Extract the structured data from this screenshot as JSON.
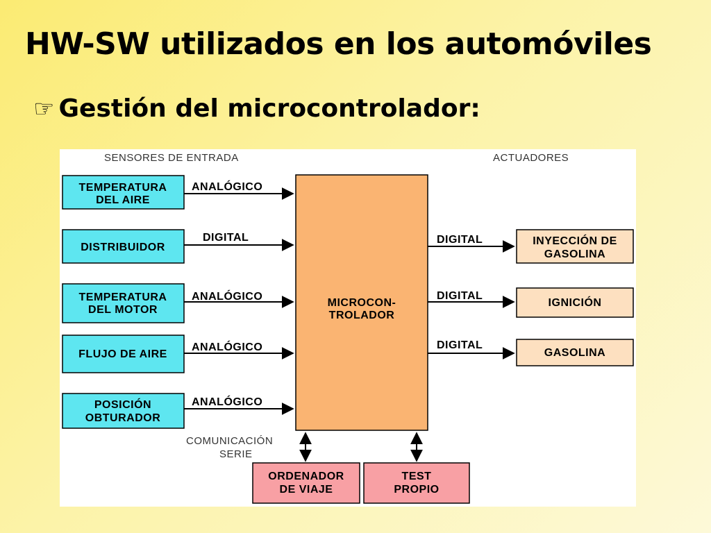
{
  "title": "HW-SW utilizados en los automóviles",
  "subtitle": {
    "bullet_icon": "pointing-hand-icon",
    "text": "Gestión del microcontrolador:"
  },
  "diagram": {
    "header_left": "SENSORES DE ENTRADA",
    "header_right": "ACTUADORES",
    "central": {
      "line1": "MICROCON-",
      "line2": "TROLADOR"
    },
    "serial_label": {
      "line1": "COMUNICACIÓN",
      "line2": "SERIE"
    },
    "sensors": [
      {
        "line1": "TEMPERATURA",
        "line2": "DEL AIRE",
        "signal": "ANALÓGICO"
      },
      {
        "line1": "DISTRIBUIDOR",
        "line2": "",
        "signal": "DIGITAL"
      },
      {
        "line1": "TEMPERATURA",
        "line2": "DEL MOTOR",
        "signal": "ANALÓGICO"
      },
      {
        "line1": "FLUJO DE AIRE",
        "line2": "",
        "signal": "ANALÓGICO"
      },
      {
        "line1": "POSICIÓN",
        "line2": "OBTURADOR",
        "signal": "ANALÓGICO"
      }
    ],
    "actuators": [
      {
        "line1": "INYECCIÓN DE",
        "line2": "GASOLINA",
        "signal": "DIGITAL"
      },
      {
        "line1": "IGNICIÓN",
        "line2": "",
        "signal": "DIGITAL"
      },
      {
        "line1": "GASOLINA",
        "line2": "",
        "signal": "DIGITAL"
      }
    ],
    "peripherals": [
      {
        "line1": "ORDENADOR",
        "line2": "DE VIAJE"
      },
      {
        "line1": "TEST",
        "line2": "PROPIO"
      }
    ],
    "colors": {
      "sensor_fill": "#5ee6f0",
      "actuator_fill": "#fde0c0",
      "central_fill": "#fab472",
      "peripheral_fill": "#f8a0a4"
    }
  }
}
